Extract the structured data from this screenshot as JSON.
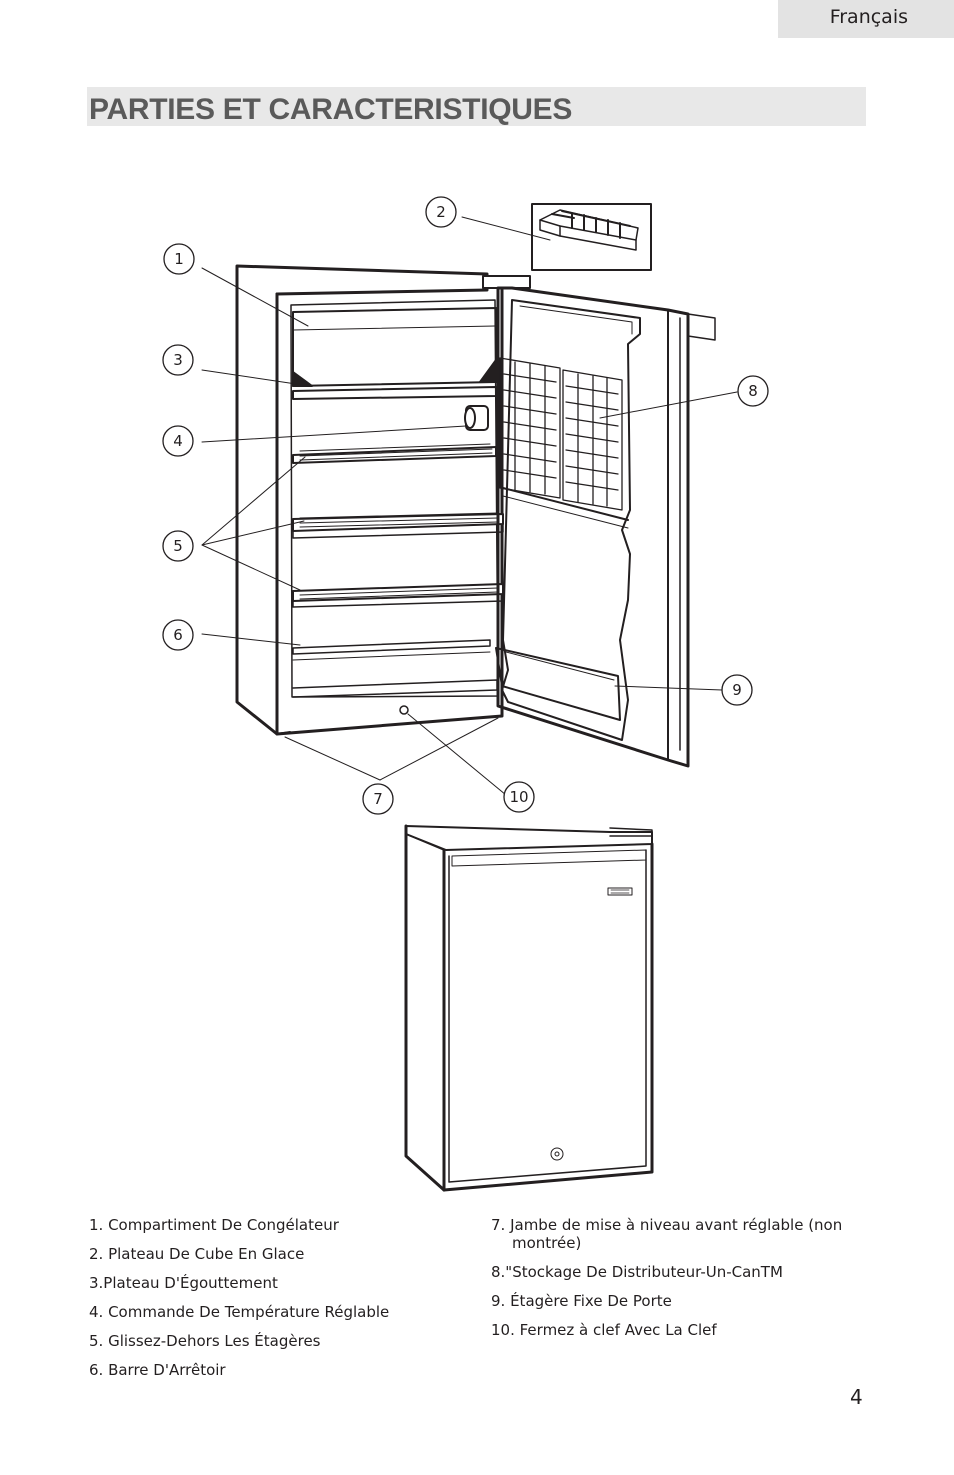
{
  "header": {
    "language": "Français"
  },
  "title": "PARTIES ET CARACTERISTIQUES",
  "callouts": [
    "1",
    "2",
    "3",
    "4",
    "5",
    "6",
    "7",
    "8",
    "9",
    "10"
  ],
  "legend_left": [
    "1. Compartiment De Congélateur",
    "2. Plateau De Cube En Glace",
    "3.Plateau D'Égouttement",
    "4. Commande De Température Réglable",
    "5. Glissez-Dehors Les Étagères",
    "6. Barre D'Arrêtoir"
  ],
  "legend_right": [
    "7. Jambe de mise à niveau avant réglable (non montrée)",
    "8.\"Stockage De Distributeur-Un-CanTM",
    "9. Étagère Fixe De Porte",
    "10. Fermez à clef Avec La Clef"
  ],
  "page_number": "4"
}
